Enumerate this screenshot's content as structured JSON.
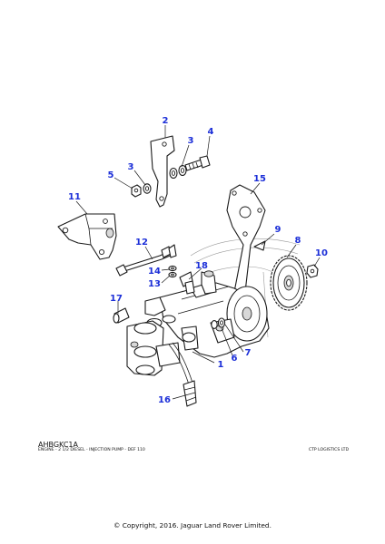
{
  "diagram": {
    "callouts": [
      "1",
      "2",
      "3",
      "3",
      "4",
      "5",
      "6",
      "7",
      "8",
      "9",
      "10",
      "11",
      "12",
      "13",
      "14",
      "15",
      "16",
      "17",
      "18"
    ]
  },
  "footer": {
    "ref_code": "AHBGKC1A",
    "description": "ENGINE - 2 1/2 DIESEL - INJECTION PUMP - DEF 110",
    "vendor": "CTP LOGISTICS LTD",
    "copyright": "© Copyright, 2016. Jaguar Land Rover Limited."
  },
  "colors": {
    "callout": "#1c2fd8",
    "line": "#1a1a1a"
  }
}
